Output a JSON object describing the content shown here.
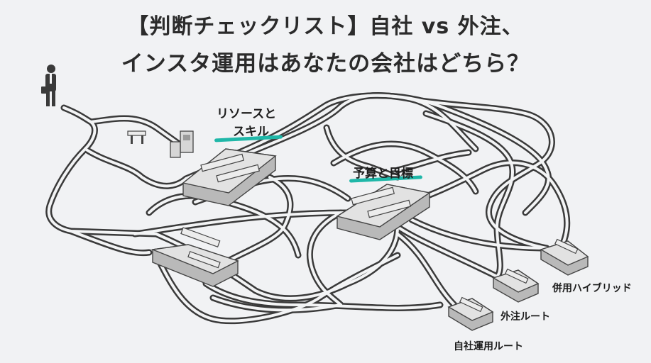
{
  "title": {
    "line1": "【判断チェックリスト】自社 vs 外注、",
    "line2": "インスタ運用はあなたの会社はどちら？"
  },
  "checkpoints": [
    {
      "label_line1": "リソースと",
      "label_line2": "スキル"
    },
    {
      "label": "予算と目標"
    }
  ],
  "routes": [
    {
      "label": "併用ハイブリッド"
    },
    {
      "label": "外注ルート"
    },
    {
      "label": "自社運用ルート"
    }
  ],
  "colors": {
    "accent": "#1fb7a8",
    "track": "#3a3a3a",
    "platform": "#d9d9d9",
    "background": "#f1f2f4"
  }
}
